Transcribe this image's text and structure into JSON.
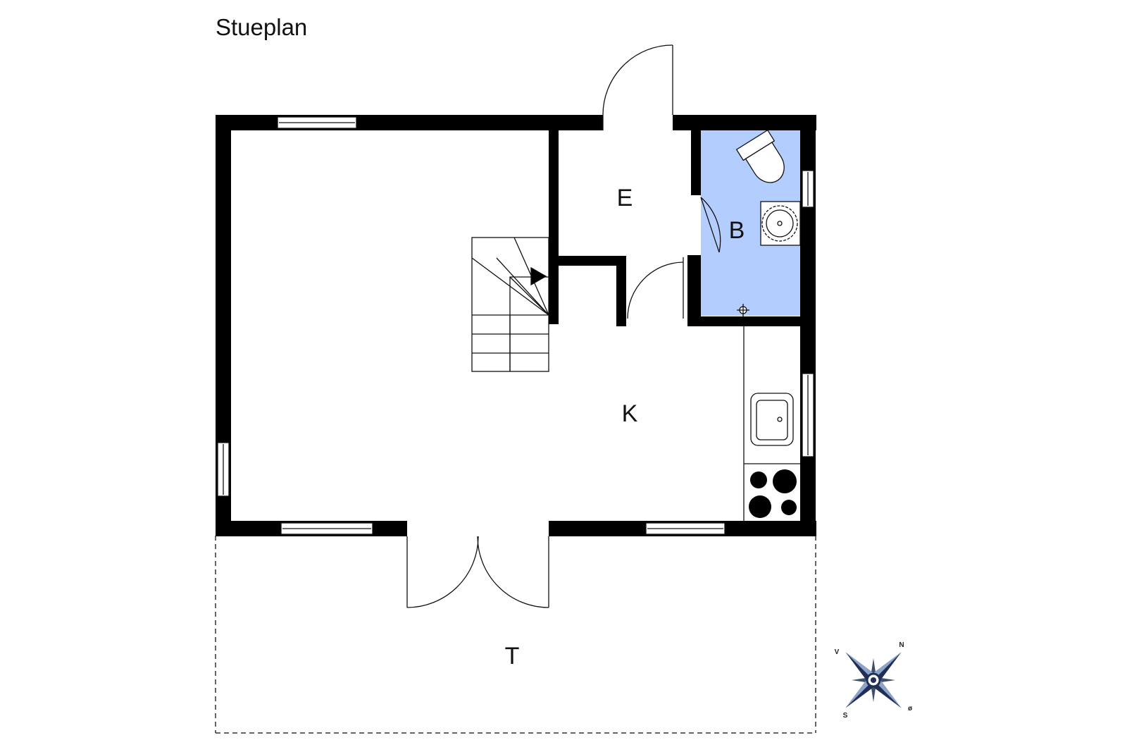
{
  "title": "Stueplan",
  "rooms": {
    "entrance": "E",
    "bathroom": "B",
    "kitchen": "K",
    "terrace": "T"
  },
  "compass": {
    "north": "N",
    "south": "S",
    "east": "ø",
    "west": "V"
  },
  "colors": {
    "wall": "#000000",
    "bathroom_fill": "#b3cdff",
    "line": "#111111",
    "compass": "#1f2f55"
  }
}
